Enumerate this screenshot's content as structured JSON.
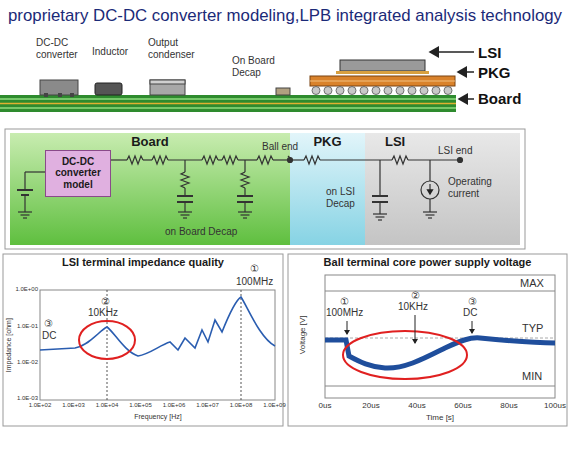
{
  "diagram": {
    "title": "proprietary DC-DC converter modeling,LPB integrated analysis technology",
    "nodes": [
      {
        "text": [
          "Board"
        ]
      },
      {
        "text": [
          "DC-DC converter model"
        ],
        "in": 0
      },
      {
        "text": [
          "PKG"
        ]
      },
      {
        "text": [
          "LSI"
        ]
      },
      {
        "text": [
          "LSI terminal impedance quality"
        ]
      },
      {
        "text": [
          "Ball terminal core power supply voltage"
        ]
      }
    ],
    "labels": [
      "DC-DC converter",
      "Inductor",
      "Output condenser",
      "On Board Decap",
      "LSI",
      "PKG",
      "Board",
      "Ball end",
      "LSI end",
      "on Board Decap",
      "on LSI Decap",
      "Operating current",
      "①",
      "100MHz",
      "②",
      "10KHz",
      "③",
      "DC",
      "Impedance [ohm]",
      "Frequency [Hz]",
      "1.0E+00",
      "1.0E-01",
      "1.0E-02",
      "1.0E-03",
      "1.0E+02",
      "1.0E+03",
      "1.0E+04",
      "1.0E+05",
      "1.0E+06",
      "1.0E+07",
      "1.0E+08",
      "1.0E+09",
      "MAX",
      "TYP",
      "MIN",
      "①",
      "100MHz",
      "②",
      "10KHz",
      "③",
      "DC",
      "Voltage [V]",
      "Time [s]",
      "0us",
      "20us",
      "40us",
      "60us",
      "80us",
      "100us"
    ]
  }
}
